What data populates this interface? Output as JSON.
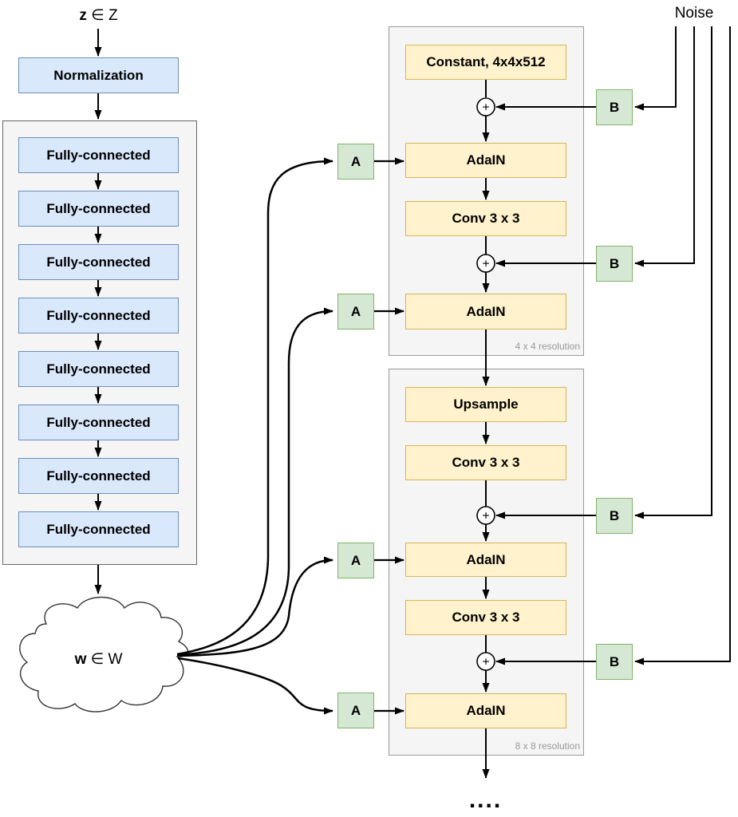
{
  "mapping_network": {
    "input_label_bold": "z",
    "input_label_rest": " ∈ Z",
    "normalization_label": "Normalization",
    "fc_layers": [
      "Fully-connected",
      "Fully-connected",
      "Fully-connected",
      "Fully-connected",
      "Fully-connected",
      "Fully-connected",
      "Fully-connected",
      "Fully-connected"
    ],
    "latent_label_bold": "w",
    "latent_label_rest": " ∈ W"
  },
  "synthesis_network": {
    "noise_label": "Noise",
    "style_input_label": "A",
    "noise_input_label": "B",
    "add_symbol": "+",
    "block1": {
      "layers": [
        "Constant, 4x4x512",
        "AdaIN",
        "Conv 3 x 3",
        "AdaIN"
      ],
      "resolution_label": "4 x 4 resolution"
    },
    "block2": {
      "layers": [
        "Upsample",
        "Conv 3 x 3",
        "AdaIN",
        "Conv 3 x 3",
        "AdaIN"
      ],
      "resolution_label": "8 x 8 resolution"
    },
    "continuation_label": "...."
  },
  "colors": {
    "blue_fill": "#dae8fc",
    "blue_border": "#6c8ebf",
    "yellow_fill": "#fff2cc",
    "yellow_border": "#d6b656",
    "green_fill": "#d5e8d4",
    "green_border": "#82b366",
    "container_fill": "#f5f5f5",
    "container_border": "#999999",
    "resolution_text_color": "#999999",
    "line_color": "#000000"
  }
}
